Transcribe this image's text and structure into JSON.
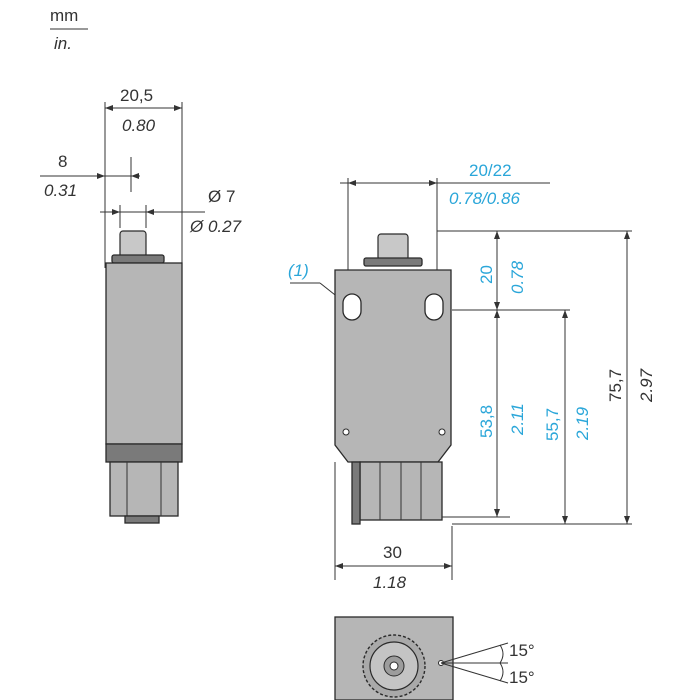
{
  "units": {
    "top": "mm",
    "bottom": "in."
  },
  "side_view": {
    "width_mm": "20,5",
    "width_in": "0.80",
    "offset_mm": "8",
    "offset_in": "0.31",
    "diameter_mm": "Ø 7",
    "diameter_in": "Ø  0.27"
  },
  "front_view": {
    "hole_spacing_mm": "20/22",
    "hole_spacing_in": "0.78/0.86",
    "callout": "(1)",
    "plunger_height_mm": "20",
    "plunger_height_in": "0.78",
    "h1_mm": "53,8",
    "h1_in": "2.11",
    "h2_mm": "55,7",
    "h2_in": "2.19",
    "total_mm": "75,7",
    "total_in": "2.97",
    "width_mm": "30",
    "width_in": "1.18"
  },
  "bottom_view": {
    "angle_top": "15°",
    "angle_bottom": "15°"
  },
  "colors": {
    "body": "#b6b6b6",
    "dimension_blue": "#2aa6d9",
    "line": "#333333"
  }
}
